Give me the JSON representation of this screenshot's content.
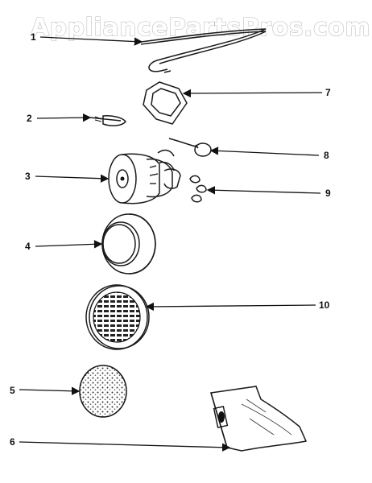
{
  "watermark": {
    "text": "AppliancePartsPros.com"
  },
  "diagram": {
    "callouts": [
      {
        "id": "1",
        "label": "1"
      },
      {
        "id": "2",
        "label": "2"
      },
      {
        "id": "3",
        "label": "3"
      },
      {
        "id": "4",
        "label": "4"
      },
      {
        "id": "5",
        "label": "5"
      },
      {
        "id": "6",
        "label": "6"
      },
      {
        "id": "7",
        "label": "7"
      },
      {
        "id": "8",
        "label": "8"
      },
      {
        "id": "9",
        "label": "9"
      },
      {
        "id": "10",
        "label": "10"
      }
    ]
  }
}
